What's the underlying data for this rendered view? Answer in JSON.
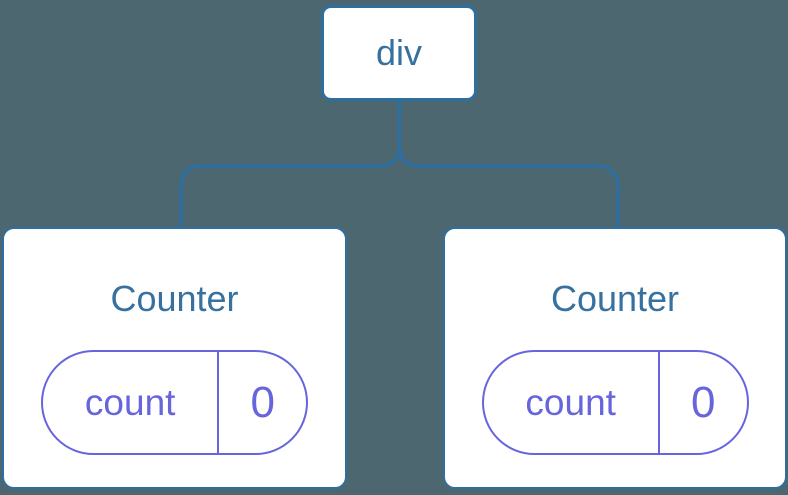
{
  "diagram": {
    "description": "React component tree diagram: a div parent with two Counter children, each holding state count = 0",
    "background": "#4C6770",
    "colors": {
      "node_fill": "#FFFFFF",
      "tree_stroke": "#2E6FA0",
      "node_text": "#36719F",
      "state_stroke": "#6765DC",
      "state_text": "#6765DC"
    },
    "root_node": {
      "label": "div"
    },
    "children": [
      {
        "title": "Counter",
        "state": [
          {
            "name": "count",
            "value": "0"
          }
        ]
      },
      {
        "title": "Counter",
        "state": [
          {
            "name": "count",
            "value": "0"
          }
        ]
      }
    ]
  }
}
